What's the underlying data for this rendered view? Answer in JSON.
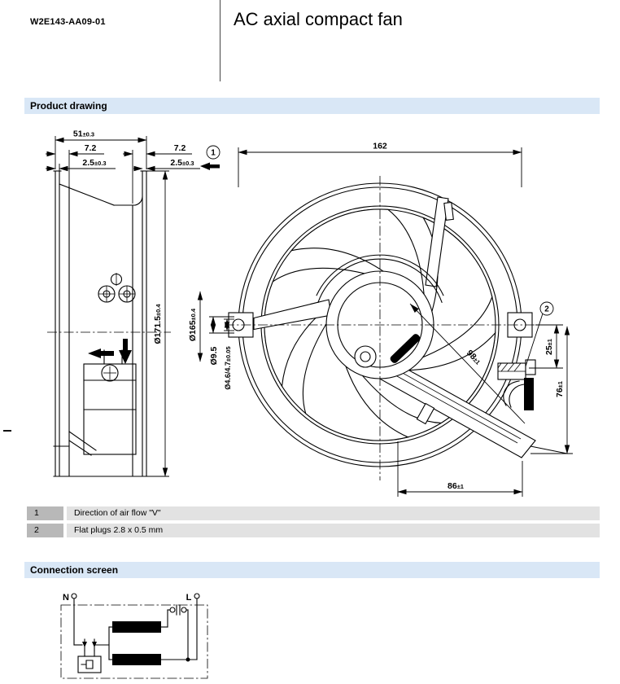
{
  "header": {
    "part_number": "W2E143-AA09-01",
    "product_title": "AC axial compact fan"
  },
  "sections": {
    "product_drawing": "Product drawing",
    "connection_screen": "Connection screen"
  },
  "drawing": {
    "dims": {
      "depth": {
        "v": "51",
        "t": "±0.3"
      },
      "flange_left": {
        "v": "7.2"
      },
      "flange_right": {
        "v": "7.2"
      },
      "wall_left": {
        "v": "2.5",
        "t": "±0.3"
      },
      "wall_right": {
        "v": "2.5",
        "t": "±0.3"
      },
      "housing_width": {
        "v": "162"
      },
      "outer_diameter": {
        "v": "Ø171.5",
        "t": "±0.4"
      },
      "pitch_circle": {
        "v": "Ø165",
        "t": "±0.4"
      },
      "boss_diameter": {
        "v": "Ø9.5"
      },
      "hole_diameter": {
        "v": "Ø4.6/4.7",
        "t": "±0.05"
      },
      "diagonal": {
        "v": "98",
        "t": "±1"
      },
      "plug_offset_top": {
        "v": "25",
        "t": "±1"
      },
      "plug_offset_bottom": {
        "v": "76",
        "t": "±1"
      },
      "plug_offset_horizontal": {
        "v": "86",
        "t": "±1"
      }
    },
    "callouts": {
      "air_flow": "1",
      "flat_plugs": "2"
    }
  },
  "legend": {
    "rows": [
      {
        "num": "1",
        "text": "Direction of air flow \"V\""
      },
      {
        "num": "2",
        "text": "Flat plugs 2.8 x 0.5 mm"
      }
    ]
  },
  "connection": {
    "terminal_n": "N",
    "terminal_l": "L"
  },
  "colors": {
    "section_header_bg": "#d9e7f6",
    "legend_num_bg": "#b8b8b8",
    "legend_text_bg": "#e2e2e2",
    "line": "#000000",
    "page_bg": "#ffffff"
  }
}
